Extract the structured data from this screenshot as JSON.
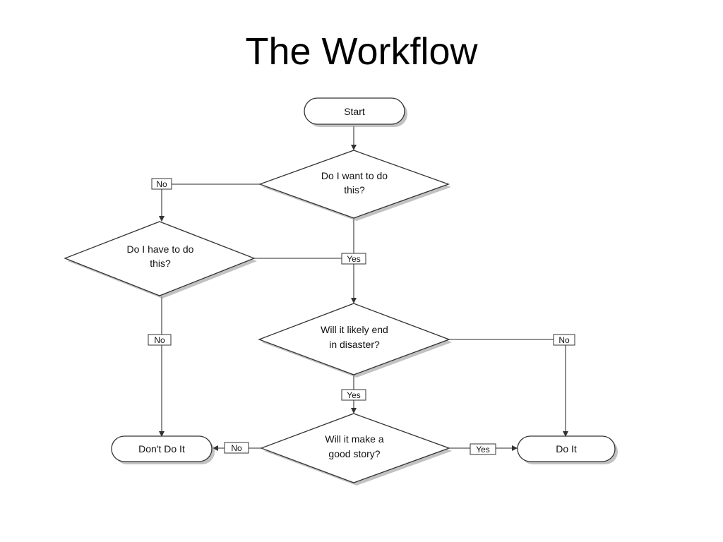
{
  "title": "The Workflow",
  "nodes": {
    "start": "Start",
    "want": [
      "Do I want to do",
      "this?"
    ],
    "have": [
      "Do I have to do",
      "this?"
    ],
    "disaster": [
      "Will it likely end",
      "in disaster?"
    ],
    "story": [
      "Will it make a",
      "good story?"
    ],
    "dont": "Don't Do It",
    "doit": "Do It"
  },
  "labels": {
    "want_no": "No",
    "want_yes": "Yes",
    "have_no": "No",
    "disaster_no": "No",
    "disaster_yes": "Yes",
    "story_no": "No",
    "story_yes": "Yes"
  }
}
